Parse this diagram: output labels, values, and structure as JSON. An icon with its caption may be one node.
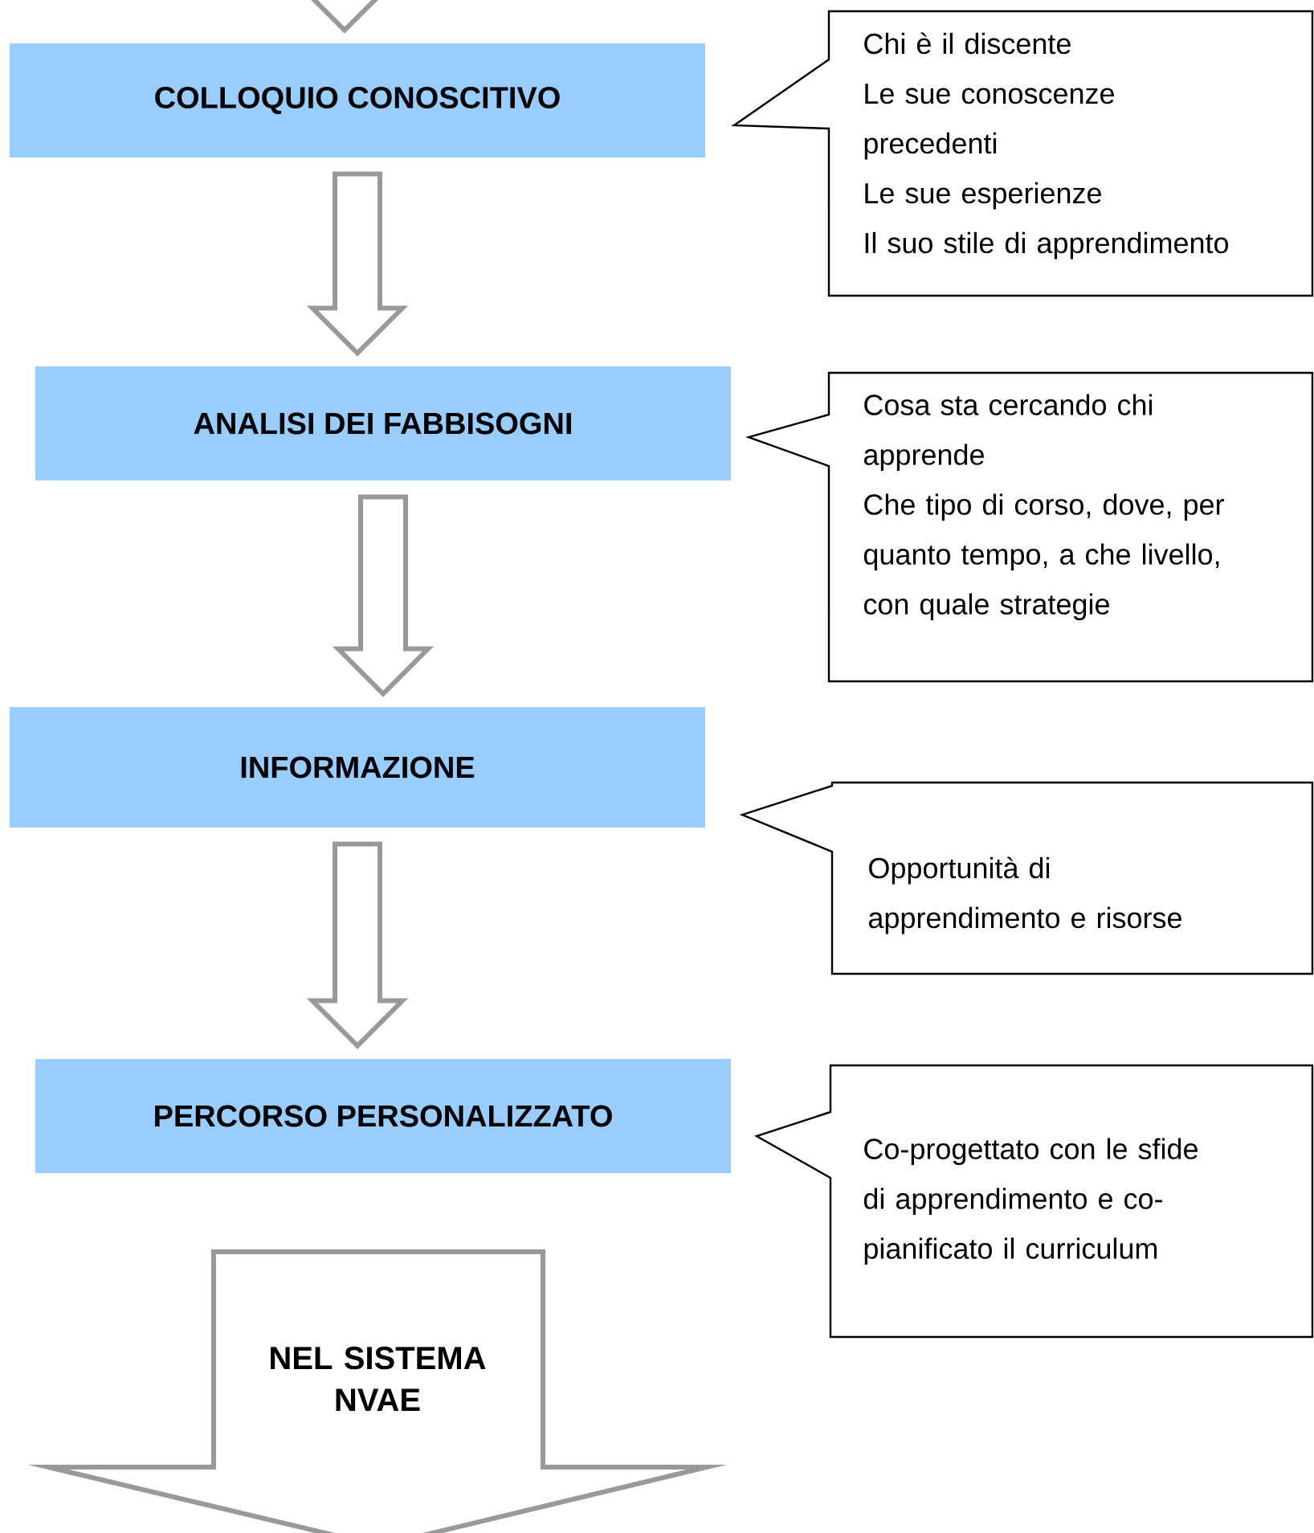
{
  "diagram": {
    "nodes": [
      {
        "text": [
          "COLLOQUIO CONOSCITIVO"
        ]
      },
      {
        "text": [
          "ANALISI DEI FABBISOGNI"
        ]
      },
      {
        "text": [
          "INFORMAZIONE"
        ]
      },
      {
        "text": [
          "PERCORSO PERSONALIZZATO"
        ]
      },
      {
        "text": [
          "Chi è il discente",
          "Le sue conoscenze precedenti",
          "Le sue esperienze",
          "Il suo stile di apprendimento"
        ]
      },
      {
        "text": [
          "Cosa sta cercando chi apprende",
          "Che tipo di corso, dove, per quanto tempo, a che livello, con quale strategie"
        ]
      },
      {
        "text": [
          "Opportunità di apprendimento e risorse"
        ]
      },
      {
        "text": [
          "Co-progettato con le sfide di apprendimento e co-pianificato il curriculum"
        ]
      },
      {
        "text": [
          "NEL SISTEMA NVAE"
        ]
      }
    ],
    "edges": [
      {
        "from": null,
        "to": 0,
        "arrow": "to"
      },
      {
        "from": 0,
        "to": 1,
        "arrow": "to"
      },
      {
        "from": 1,
        "to": 2,
        "arrow": "to"
      },
      {
        "from": 2,
        "to": 3,
        "arrow": "to"
      }
    ]
  }
}
